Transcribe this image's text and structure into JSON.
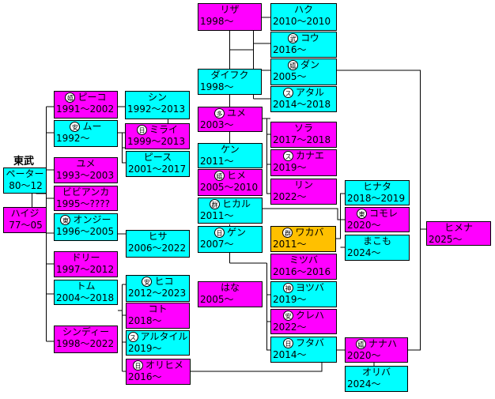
{
  "title": "東武",
  "nodes": {
    "riza": {
      "name": "リザ",
      "years": "1998〜"
    },
    "haku": {
      "name": "ハク",
      "years": "2010〜2010"
    },
    "kou": {
      "name": "コウ",
      "years": "2016〜",
      "badge": "武"
    },
    "dan": {
      "name": "ダン",
      "years": "2005〜",
      "badge": "嬉"
    },
    "daifuku": {
      "name": "ダイフク",
      "years": "1998〜"
    },
    "ataru": {
      "name": "アタル",
      "years": "2014〜2018",
      "badge": "ス"
    },
    "piko": {
      "name": "ピーコ",
      "years": "1991〜2002",
      "badge": "嬉"
    },
    "shin": {
      "name": "シン",
      "years": "1992〜2013"
    },
    "yume1": {
      "name": "ユメ",
      "years": "2003〜",
      "badge": "多"
    },
    "mu": {
      "name": "ムー",
      "years": "1992〜",
      "badge": "安"
    },
    "mirai": {
      "name": "ミライ",
      "years": "1999〜2013",
      "badge": "日"
    },
    "sora": {
      "name": "ソラ",
      "years": "2017〜2018"
    },
    "ken": {
      "name": "ケン",
      "years": "2011〜"
    },
    "kanae": {
      "name": "カナエ",
      "years": "2019〜",
      "badge": "ス"
    },
    "peter": {
      "name": "ペーター",
      "years": "80〜12"
    },
    "yume2": {
      "name": "ユメ",
      "years": "1993〜2003"
    },
    "peace": {
      "name": "ピース",
      "years": "2001〜2017"
    },
    "hime": {
      "name": "ヒメ",
      "years": "2005〜2010",
      "badge": "嬉"
    },
    "rin": {
      "name": "リン",
      "years": "2022〜"
    },
    "hinata": {
      "name": "ヒナタ",
      "years": "2018〜2019"
    },
    "bianca": {
      "name": "ビビアンカ",
      "years": "1995〜????"
    },
    "hikaru": {
      "name": "ヒカル",
      "years": "2011〜",
      "badge": "群"
    },
    "heidi": {
      "name": "ハイジ",
      "years": "77〜05"
    },
    "onji": {
      "name": "オンジー",
      "years": "1996〜2005",
      "badge": "東"
    },
    "komore": {
      "name": "コモレ",
      "years": "2020〜",
      "badge": "東"
    },
    "himena": {
      "name": "ヒメナ",
      "years": "2025〜"
    },
    "hisa": {
      "name": "ヒサ",
      "years": "2006〜2022"
    },
    "gen": {
      "name": "ゲン",
      "years": "2007〜",
      "badge": "日"
    },
    "wakaba": {
      "name": "ワカバ",
      "years": "2011〜",
      "badge": "群"
    },
    "makomo": {
      "name": "まこも",
      "years": "2024〜"
    },
    "dolly": {
      "name": "ドリー",
      "years": "1997〜2012"
    },
    "mitsuba": {
      "name": "ミツバ",
      "years": "2016〜2016"
    },
    "tom": {
      "name": "トム",
      "years": "2004〜2018"
    },
    "hiko": {
      "name": "ヒコ",
      "years": "2012〜2023",
      "badge": "安"
    },
    "hana": {
      "name": "はな",
      "years": "2005〜"
    },
    "yotsuba": {
      "name": "ヨツバ",
      "years": "2019〜",
      "badge": "神"
    },
    "koto": {
      "name": "コト",
      "years": "2018〜"
    },
    "kureha": {
      "name": "クレハ",
      "years": "2022〜",
      "badge": "安"
    },
    "altair": {
      "name": "アルタイル",
      "years": "2019〜",
      "badge": "ス"
    },
    "cindy": {
      "name": "シンディー",
      "years": "1998〜2022"
    },
    "futaba": {
      "name": "フタバ",
      "years": "2014〜",
      "badge": "日"
    },
    "nanaha": {
      "name": "ナナハ",
      "years": "2020〜",
      "badge": "嬉"
    },
    "orihime": {
      "name": "オリヒメ",
      "years": "2016〜",
      "badge": "日"
    },
    "oriba": {
      "name": "オリバ",
      "years": "2024〜"
    }
  },
  "colors": {
    "male": "#00ffff",
    "female": "#ff00ff",
    "highlight": "#ffc000",
    "line": "#000000"
  }
}
